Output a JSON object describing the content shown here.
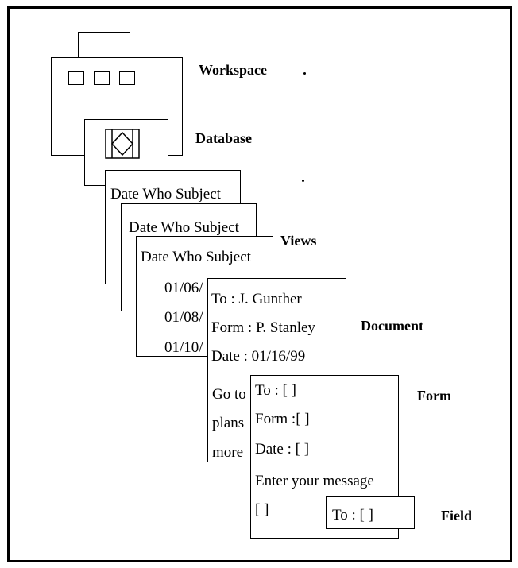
{
  "labels": {
    "workspace": "Workspace",
    "database": "Database",
    "views": "Views",
    "document": "Document",
    "form": "Form",
    "field": "Field"
  },
  "views_box": {
    "header": "Date Who Subject",
    "dates": [
      "01/06/",
      "01/08/",
      "01/10/"
    ]
  },
  "document_box": {
    "to": "To : J. Gunther",
    "from": "Form : P. Stanley",
    "date": "Date : 01/16/99",
    "body": [
      "Go to",
      "plans",
      "more"
    ]
  },
  "form_box": {
    "to": "To : [ ]",
    "from": "Form :[ ]",
    "date": "Date : [ ]",
    "message": "Enter your message",
    "empty": "[ ]"
  },
  "field_box": {
    "to": "To : [ ]"
  }
}
